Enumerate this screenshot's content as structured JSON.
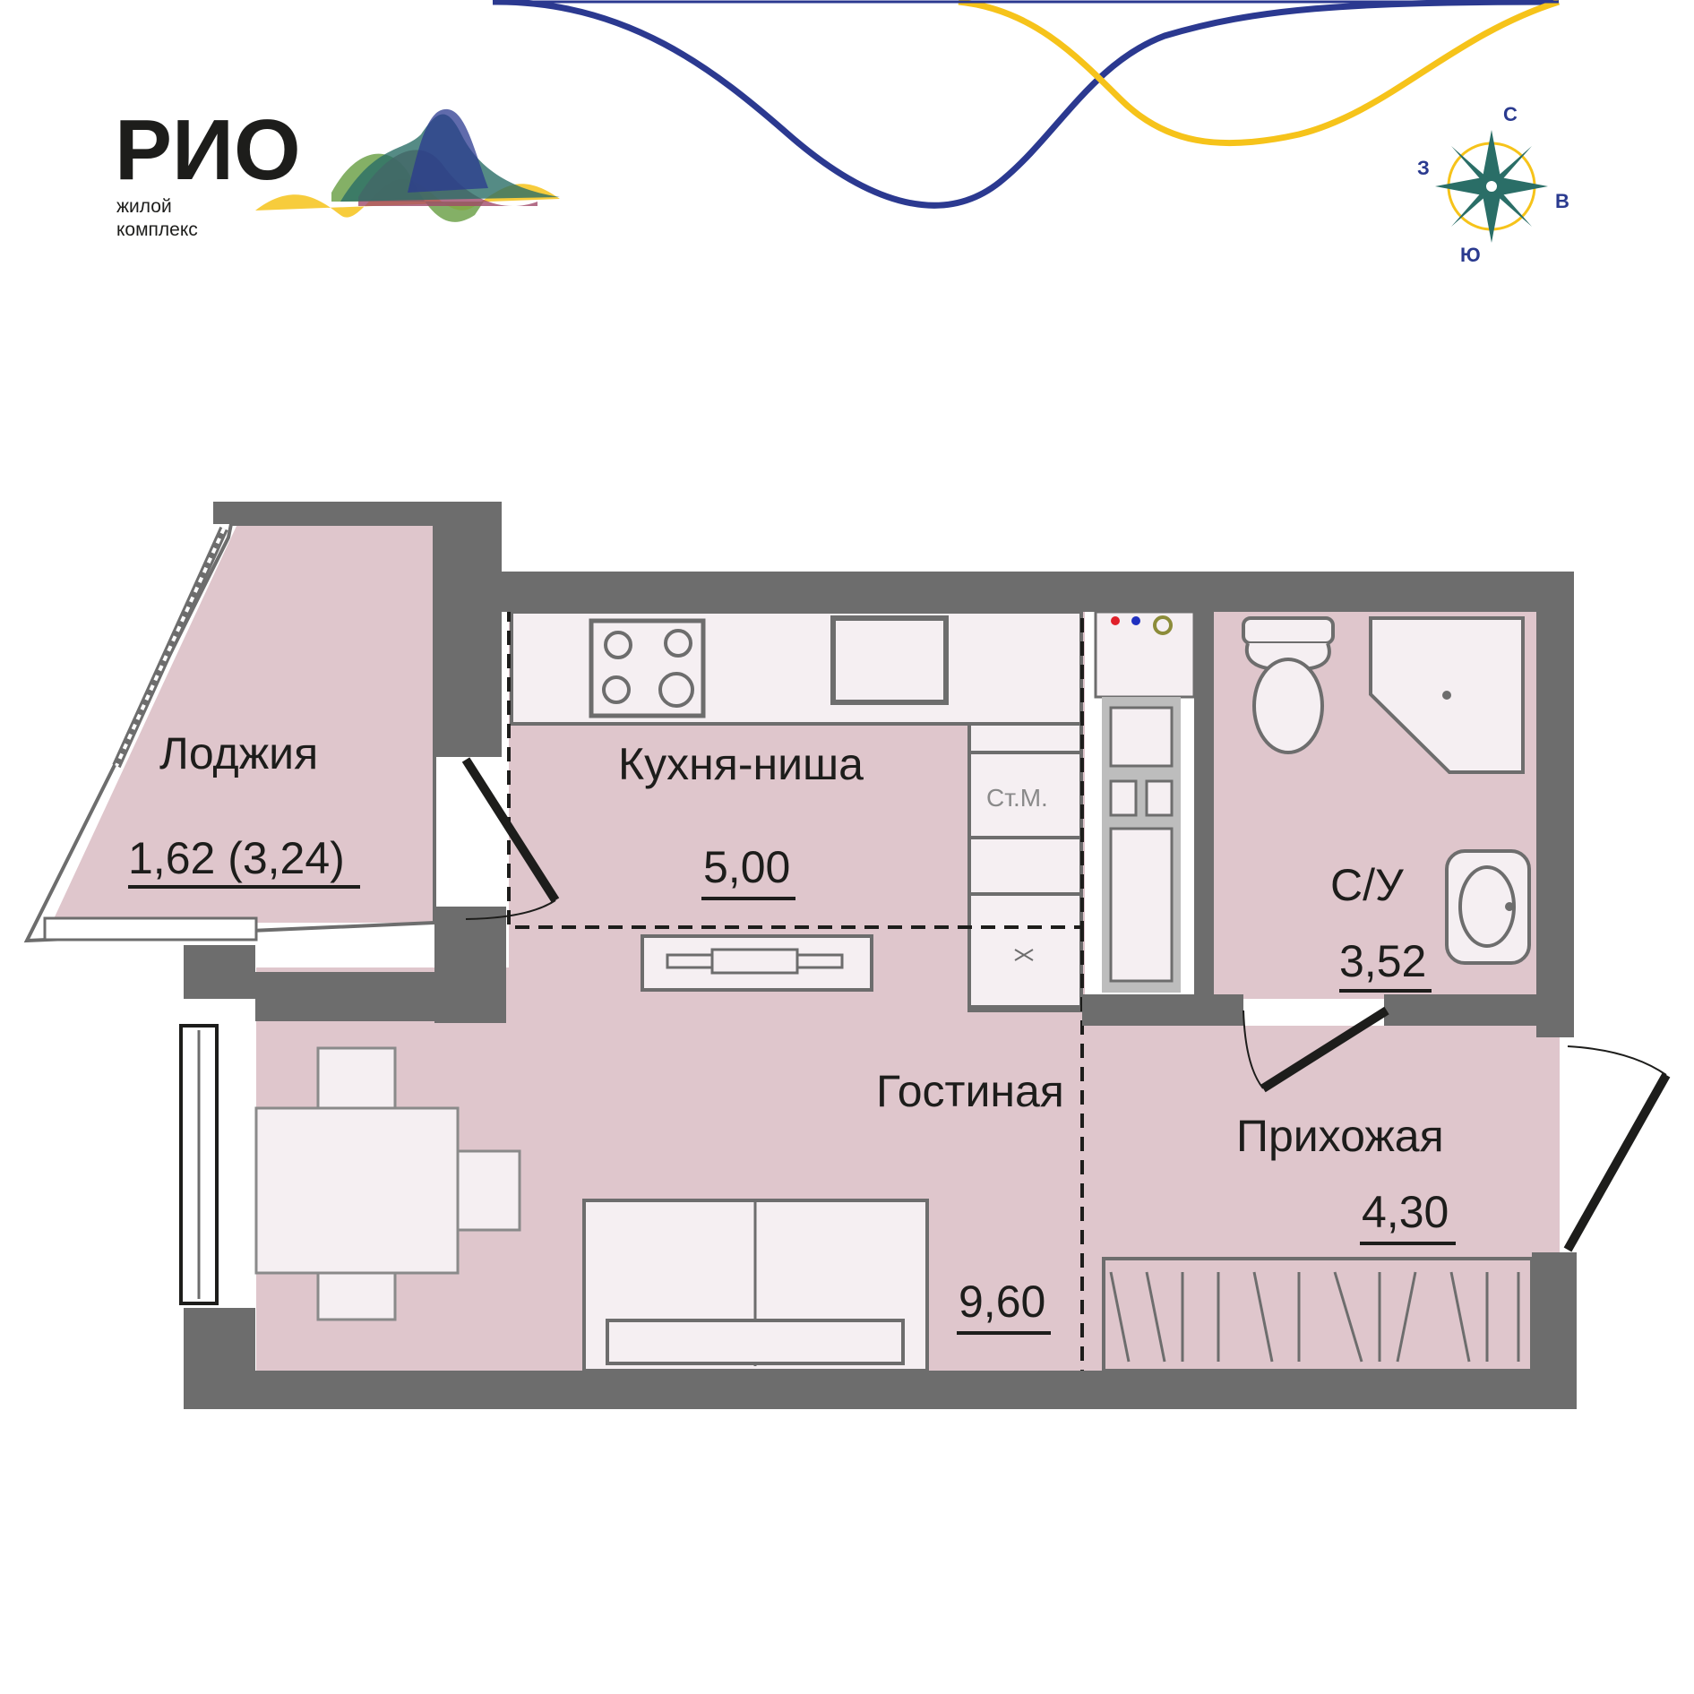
{
  "brand": {
    "name": "РИО",
    "subtitle_line1": "жилой",
    "subtitle_line2": "комплекс",
    "colors": {
      "navy": "#2b3990",
      "yellow": "#f6c31a",
      "teal": "#2a6e67",
      "room": "#dfc6cc",
      "wall": "#6d6d6d"
    }
  },
  "compass": {
    "north": "С",
    "east": "В",
    "south": "Ю",
    "west": "З"
  },
  "rooms": {
    "loggia": {
      "label": "Лоджия",
      "area": "1,62 (3,24)"
    },
    "kitchen": {
      "label": "Кухня-ниша",
      "area": "5,00"
    },
    "washer": {
      "label": "Ст.М."
    },
    "living": {
      "label": "Гостиная",
      "area": "9,60"
    },
    "bathroom": {
      "label": "С/У",
      "area": "3,52"
    },
    "hall": {
      "label": "Прихожая",
      "area": "4,30"
    }
  }
}
